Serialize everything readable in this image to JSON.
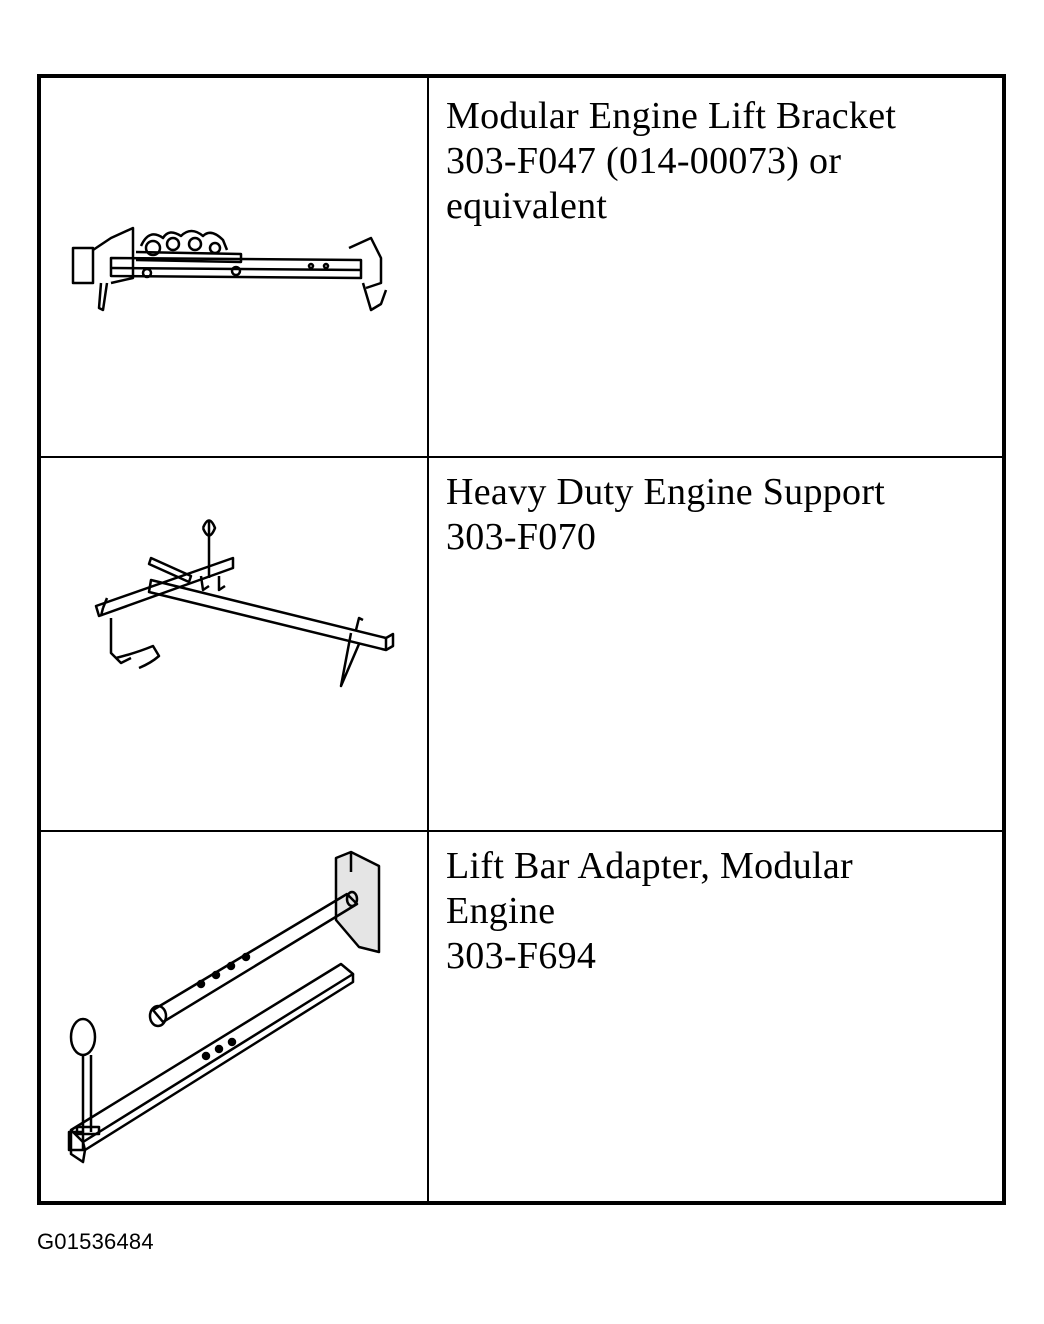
{
  "tools": [
    {
      "name_lines": [
        "Modular Engine Lift Bracket",
        "303-F047 (014-00073) or",
        "equivalent"
      ],
      "icon": "lift-bracket-drawing"
    },
    {
      "name_lines": [
        "Heavy Duty Engine Support",
        "303-F070"
      ],
      "icon": "engine-support-drawing"
    },
    {
      "name_lines": [
        "Lift Bar Adapter, Modular",
        "Engine",
        "303-F694"
      ],
      "icon": "lift-bar-adapter-drawing"
    }
  ],
  "figure_id": "G01536484"
}
